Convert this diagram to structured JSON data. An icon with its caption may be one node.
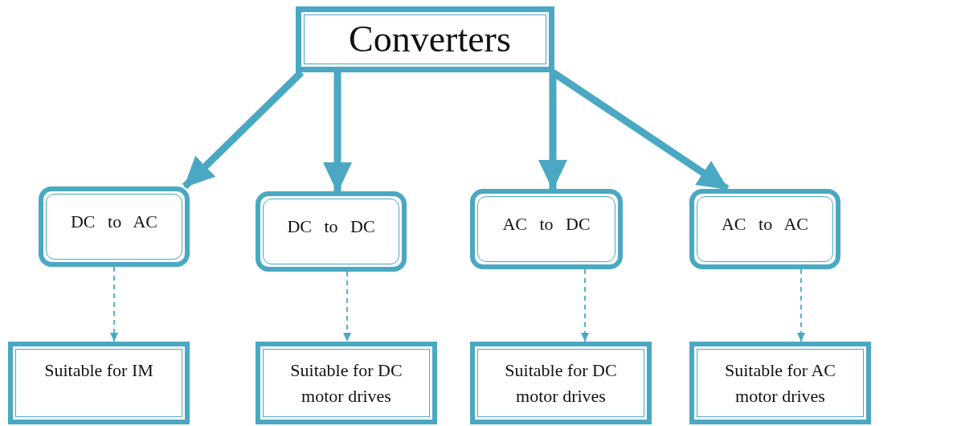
{
  "diagram": {
    "nodes": [
      {
        "text": [
          "Converters"
        ]
      },
      {
        "text": [
          "DC to AC"
        ]
      },
      {
        "text": [
          "DC to DC"
        ]
      },
      {
        "text": [
          "AC to DC"
        ]
      },
      {
        "text": [
          "AC to AC"
        ]
      },
      {
        "text": [
          "Suitable for IM"
        ]
      },
      {
        "text": [
          "Suitable for DC motor drives"
        ]
      },
      {
        "text": [
          "Suitable for DC motor drives"
        ]
      },
      {
        "text": [
          "Suitable for AC motor drives"
        ]
      }
    ],
    "edges": [
      {
        "from": 0,
        "to": 1,
        "arrow": "to",
        "style": "thick"
      },
      {
        "from": 0,
        "to": 2,
        "arrow": "to",
        "style": "thick"
      },
      {
        "from": 0,
        "to": 3,
        "arrow": "to",
        "style": "thick"
      },
      {
        "from": 0,
        "to": 4,
        "arrow": "to",
        "style": "thick"
      },
      {
        "from": 1,
        "to": 5,
        "arrow": "to",
        "style": "dashed"
      },
      {
        "from": 2,
        "to": 6,
        "arrow": "to",
        "style": "dashed"
      },
      {
        "from": 3,
        "to": 7,
        "arrow": "to",
        "style": "dashed"
      },
      {
        "from": 4,
        "to": 8,
        "arrow": "to",
        "style": "dashed"
      }
    ]
  }
}
